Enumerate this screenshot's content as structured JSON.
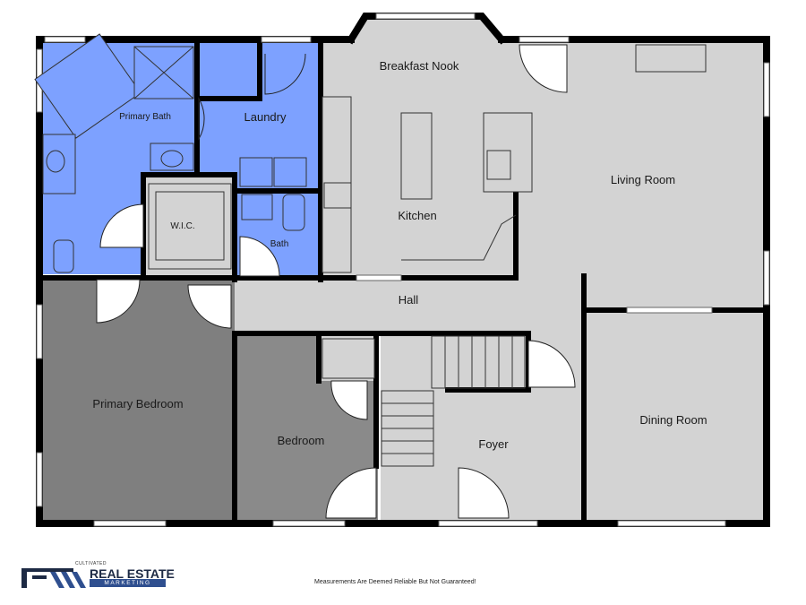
{
  "rooms": {
    "breakfast_nook": "Breakfast Nook",
    "primary_bath": "Primary Bath",
    "laundry": "Laundry",
    "living_room": "Living Room",
    "kitchen": "Kitchen",
    "wic": "W.I.C.",
    "bath": "Bath",
    "hall": "Hall",
    "primary_bedroom": "Primary Bedroom",
    "bedroom": "Bedroom",
    "foyer": "Foyer",
    "dining_room": "Dining Room"
  },
  "colors": {
    "wet_area": "#7da1ff",
    "primary_bedroom": "#7f7f7f",
    "bedroom": "#8a8a8a",
    "common": "#d3d3d3",
    "wall": "#000000"
  },
  "footer": {
    "logo_small": "CULTIVATED",
    "logo_title": "REAL ESTATE",
    "logo_sub": "MARKETING",
    "disclaimer": "Measurements Are Deemed Reliable But Not Guaranteed!"
  }
}
